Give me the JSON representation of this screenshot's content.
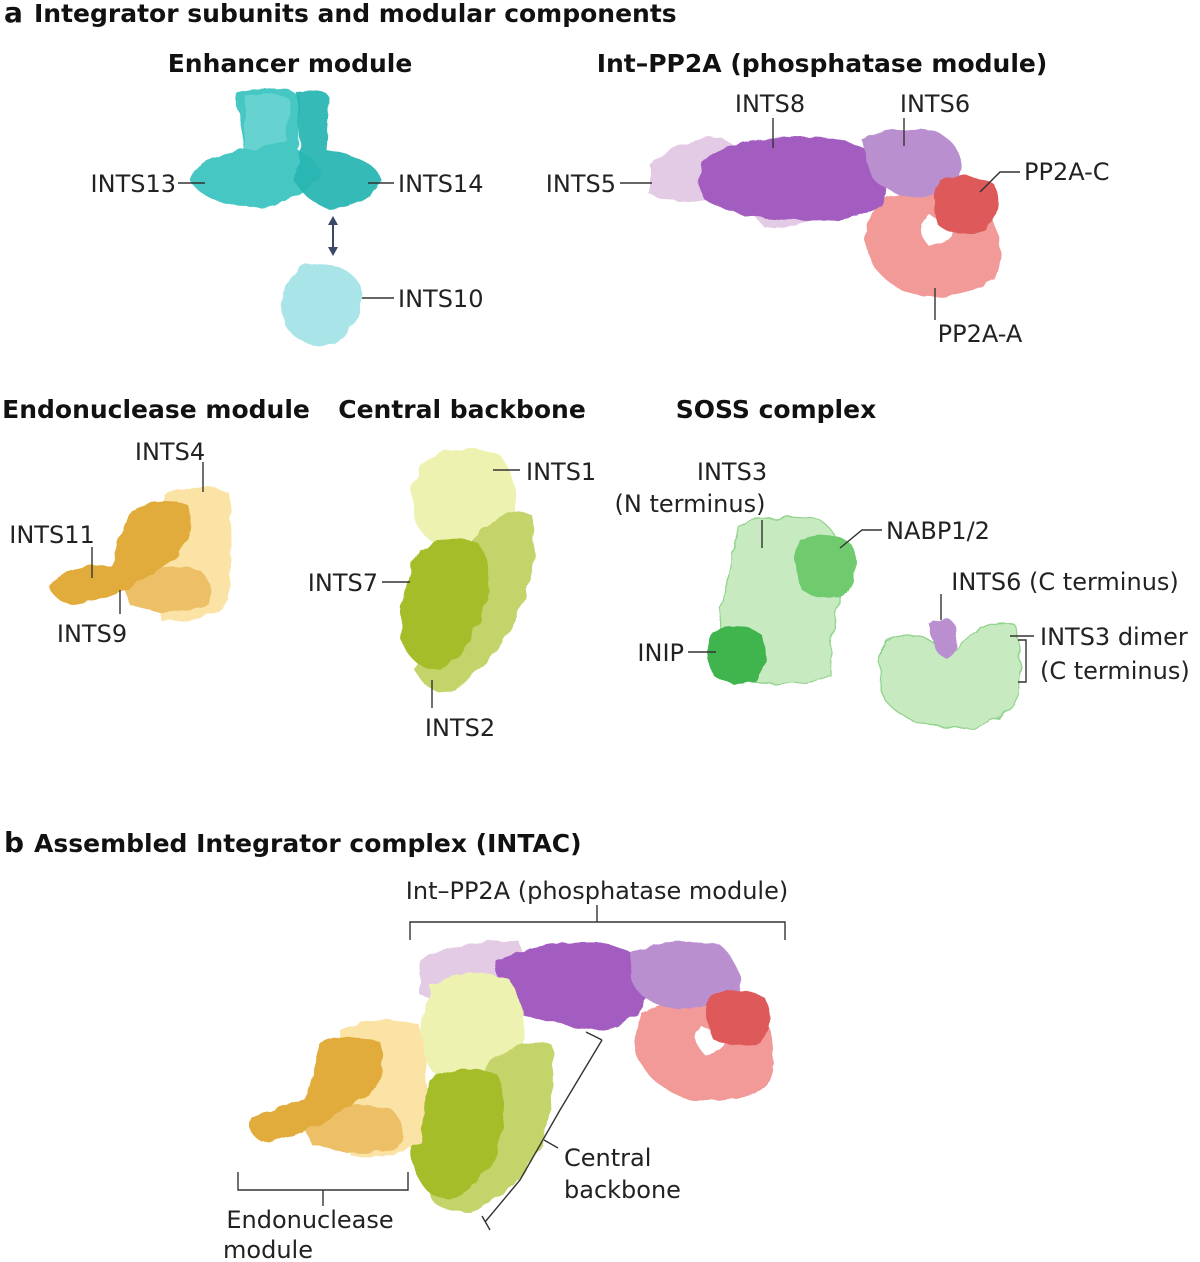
{
  "panel_a": {
    "letter": "a",
    "title": "Integrator subunits and modular components",
    "modules": {
      "enhancer": {
        "title": "Enhancer module",
        "labels": [
          "INTS13",
          "INTS14",
          "INTS10"
        ]
      },
      "phosphatase": {
        "title": "Int–PP2A (phosphatase module)",
        "labels": [
          "INTS8",
          "INTS6",
          "INTS5",
          "PP2A-C",
          "PP2A-A"
        ]
      },
      "endonuclease": {
        "title": "Endonuclease module",
        "labels": [
          "INTS4",
          "INTS11",
          "INTS9"
        ]
      },
      "backbone": {
        "title": "Central backbone",
        "labels": [
          "INTS1",
          "INTS7",
          "INTS2"
        ]
      },
      "soss": {
        "title": "SOSS complex",
        "labels": [
          "INTS3",
          "(N terminus)",
          "NABP1/2",
          "INTS6 (C terminus)",
          "INTS3 dimer",
          "(C terminus)",
          "INIP"
        ]
      }
    }
  },
  "panel_b": {
    "letter": "b",
    "title": "Assembled Integrator complex (INTAC)",
    "labels": {
      "phosphatase": "Int–PP2A (phosphatase module)",
      "backbone_1": "Central",
      "backbone_2": "backbone",
      "endonuclease_1": "Endonuclease",
      "endonuclease_2": "module"
    }
  },
  "colors": {
    "enhancer": "#3cc4c0",
    "enhancer_dark": "#19a9a6",
    "ints10": "#a9e4e8",
    "ints8": "#a35cbf",
    "ints6": "#b98fd0",
    "ints5": "#e3cbe6",
    "pp2a_c": "#de5a5a",
    "pp2a_a": "#f19a98",
    "ints4": "#fbe3a5",
    "ints11": "#e2ac3e",
    "ints9": "#edc067",
    "ints1": "#eef2b0",
    "ints2": "#c4d36a",
    "ints7": "#a6bd2c",
    "soss_light": "#c7eac0",
    "soss_dark": "#52bf5a"
  }
}
